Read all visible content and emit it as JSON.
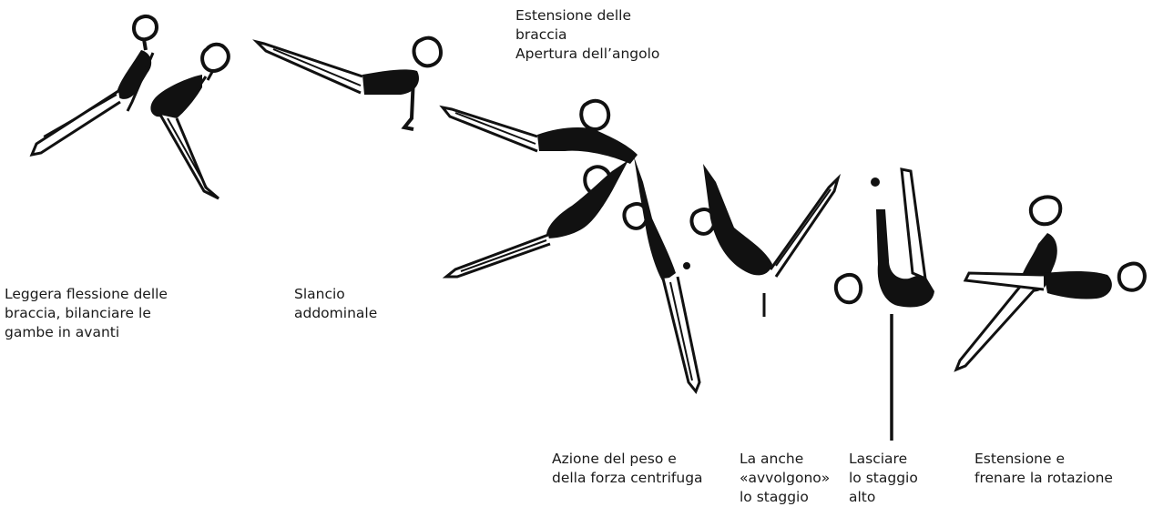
{
  "diagram": {
    "colors": {
      "ink": "#111111",
      "paper": "#ffffff",
      "text": "#1a1a1a"
    },
    "captions": [
      {
        "id": "phase-1",
        "text": "Leggera flessione delle\nbraccia, bilanciare le\ngambe in avanti"
      },
      {
        "id": "phase-2",
        "text": "Slancio\naddominale"
      },
      {
        "id": "phase-3",
        "text": "Estensione delle\nbraccia\nApertura dell’angolo"
      },
      {
        "id": "phase-4",
        "text": "Azione del peso e\ndella forza centrifuga"
      },
      {
        "id": "phase-5",
        "text": "La anche\n«avvolgono»\nlo staggio"
      },
      {
        "id": "phase-6",
        "text": "Lasciare\nlo staggio\nalto"
      },
      {
        "id": "phase-7",
        "text": "Estensione e\nfrenare la rotazione"
      }
    ],
    "figures": [
      "gymnast-swing-forward",
      "gymnast-pike-hang",
      "gymnast-horizontal-hang",
      "gymnast-arms-extended",
      "gymnast-diagonal-swing",
      "gymnast-vertical-hang",
      "gymnast-hips-wrap",
      "gymnast-release",
      "gymnast-flight-extension"
    ],
    "icons": [
      "bar-marker-short",
      "bar-marker-long"
    ]
  }
}
